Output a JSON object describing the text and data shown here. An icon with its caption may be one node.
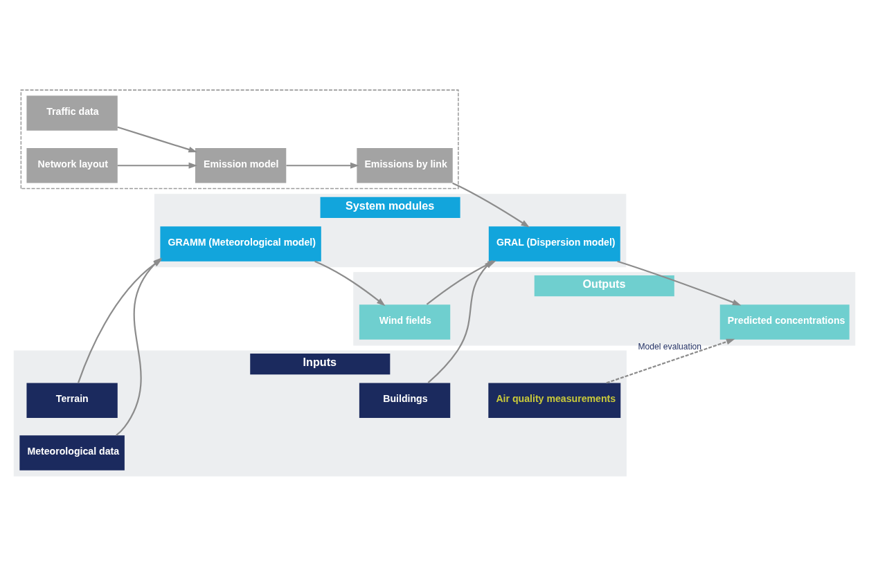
{
  "diagram": {
    "nodes": [
      {
        "text": [
          "Inputs"
        ]
      },
      {
        "text": [
          "System modules"
        ]
      },
      {
        "text": [
          "Outputs"
        ]
      },
      {
        "text": [],
        "shape": "box"
      },
      {
        "text": [
          "Traffic data"
        ],
        "in": 3
      },
      {
        "text": [
          "Network layout"
        ],
        "in": 3
      },
      {
        "text": [
          "Emission model"
        ],
        "in": 3
      },
      {
        "text": [
          "Emissions by link"
        ],
        "in": 3
      },
      {
        "text": [
          "Meteorological data"
        ],
        "in": 0
      },
      {
        "text": [
          "GRAMM (Meteorological model)"
        ],
        "in": 1
      },
      {
        "text": [
          "Wind fields"
        ],
        "in": 2
      },
      {
        "text": [
          "Terrain"
        ],
        "in": 0
      },
      {
        "text": [
          "Buildings"
        ],
        "in": 0
      },
      {
        "text": [
          "GRAL (Dispersion model)"
        ],
        "in": 1
      },
      {
        "text": [
          "Air quality measurements"
        ],
        "in": 0
      },
      {
        "text": [
          "Predicted concentrations"
        ],
        "in": 2
      }
    ],
    "edges": [
      {
        "from": 4,
        "to": 6,
        "arrow": "to"
      },
      {
        "from": 5,
        "to": 6,
        "arrow": "to"
      },
      {
        "from": 6,
        "to": 7,
        "arrow": "to"
      },
      {
        "from": 8,
        "to": 9,
        "arrow": "to"
      },
      {
        "from": 11,
        "to": 9,
        "arrow": "to"
      },
      {
        "from": 9,
        "to": 10,
        "arrow": "to"
      },
      {
        "from": 7,
        "to": 13,
        "arrow": "to"
      },
      {
        "from": 10,
        "to": 13,
        "arrow": "to"
      },
      {
        "from": 12,
        "to": 13,
        "arrow": "to"
      },
      {
        "from": 13,
        "to": 15,
        "arrow": "to"
      },
      {
        "from": 14,
        "to": 15,
        "arrow": "to",
        "style": "dashed",
        "label": "Model evaluation"
      }
    ]
  }
}
